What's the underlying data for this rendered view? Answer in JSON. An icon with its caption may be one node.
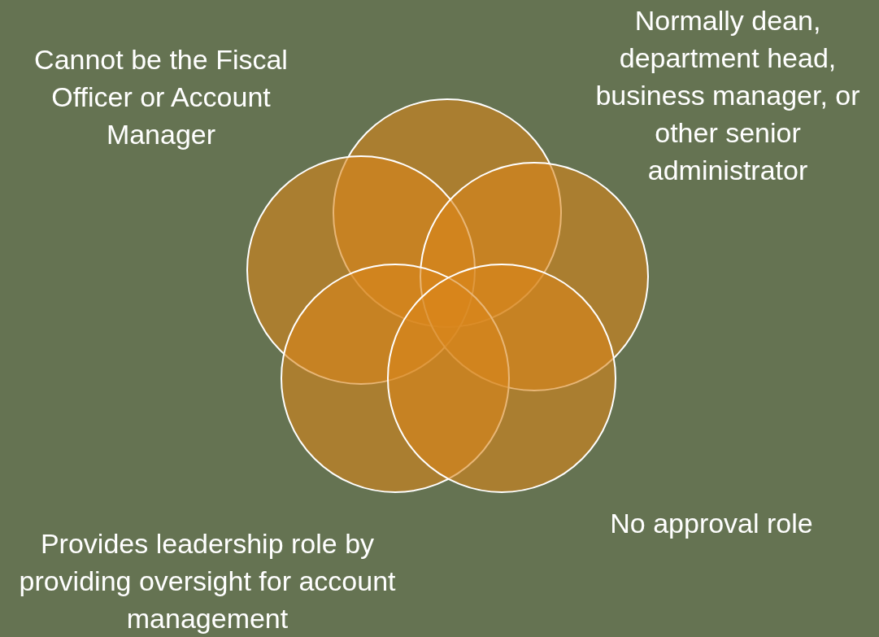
{
  "diagram": {
    "nodes": [
      {
        "text": [],
        "shape": "circle"
      },
      {
        "text": [],
        "shape": "circle"
      },
      {
        "text": [],
        "shape": "circle"
      },
      {
        "text": [],
        "shape": "circle"
      },
      {
        "text": [],
        "shape": "circle"
      }
    ],
    "labels": [
      "Cannot be the Fiscal Officer or Account Manager",
      "Normally dean, department head, business manager, or other senior administrator",
      "Provides leadership role by providing oversight for account management",
      "No approval role"
    ]
  }
}
